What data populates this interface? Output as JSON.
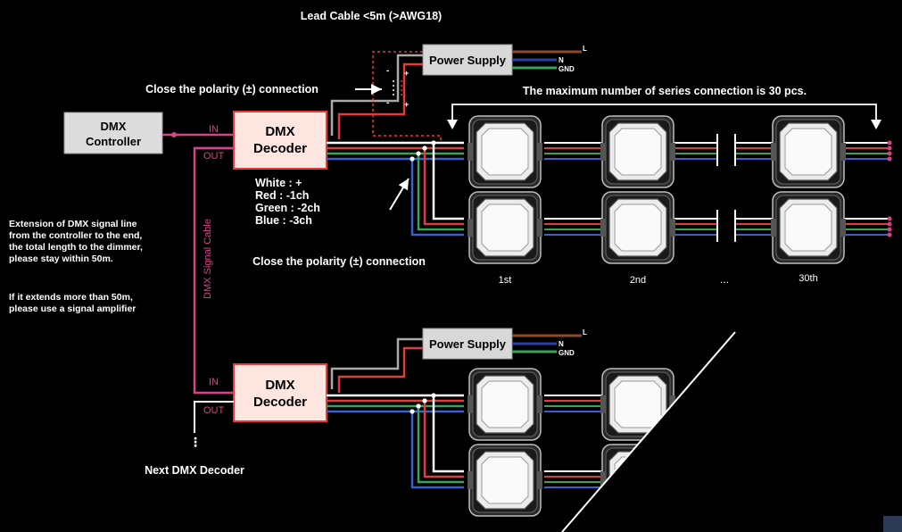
{
  "lead_cable_label": "Lead Cable <5m (>AWG18)",
  "power_supply_label": "Power Supply",
  "mains_labels": {
    "l": "L",
    "n": "N",
    "gnd": "GND"
  },
  "polarity_note": "Close the polarity (±) connection",
  "max_series_note": "The maximum number of series connection is 30 pcs.",
  "controller": {
    "line1": "DMX",
    "line2": "Controller"
  },
  "decoder": {
    "line1": "DMX",
    "line2": "Decoder"
  },
  "port_in": "IN",
  "port_out": "OUT",
  "channel_map": {
    "white": "White  : +",
    "red": "Red     : -1ch",
    "green": "Green : -2ch",
    "blue": "Blue    : -3ch"
  },
  "signal_cable_label": "DMX Signal Cable",
  "extension_note": [
    "Extension of DMX signal line",
    "from the controller to the end,",
    "the total length to the dimmer,",
    "please stay within 50m."
  ],
  "amplifier_note": [
    "If it extends more than 50m,",
    "please use a signal amplifier"
  ],
  "module_labels": {
    "first": "1st",
    "second": "2nd",
    "ellipsis": "...",
    "last": "30th"
  },
  "psu_polarity": {
    "minus": "-",
    "plus": "+"
  },
  "continuation_dots": "⋮",
  "next_decoder_label": "Next DMX Decoder",
  "colors": {
    "white": "#ffffff",
    "red": "#e23b3b",
    "green": "#3aa25a",
    "blue": "#3a5fd0",
    "signal": "#d9428a",
    "dashed": "#e23b3b",
    "decoder_fill": "#fde6e0",
    "psu_fill": "#d8d8d8",
    "brown": "#8b4a2b",
    "navy": "#2e3ea6"
  }
}
